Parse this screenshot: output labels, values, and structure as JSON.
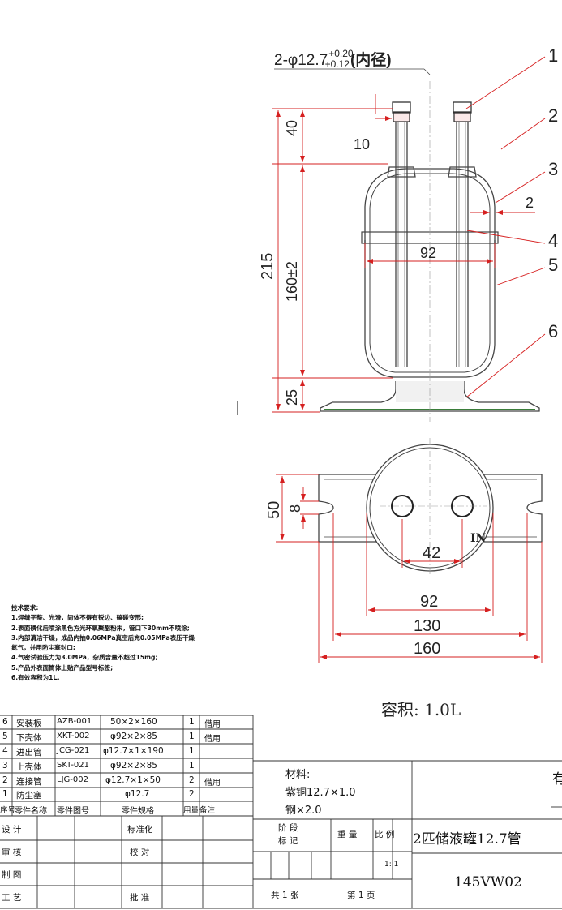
{
  "dims": {
    "tube_spec_prefix": "2-φ12.7",
    "tol_upper": "+0.20",
    "tol_lower": "+0.12",
    "tube_spec_suffix": "(内径)",
    "d40": "40",
    "d10": "10",
    "d215": "215",
    "d160": "160±2",
    "d25": "25",
    "d92_top": "92",
    "d2": "2",
    "d50": "50",
    "d8": "8",
    "d42": "42",
    "d92_bottom": "92",
    "d130": "130",
    "d160_bottom": "160",
    "in_label": "IN"
  },
  "balloons": [
    "1",
    "2",
    "3",
    "4",
    "5",
    "6"
  ],
  "notes": {
    "heading": "技术要求:",
    "items": [
      "1.焊缝平整、光滑，筒体不得有锐边、磕碰变形;",
      "2.表面磷化后喷涂黑色方光环氧聚酯粉末，管口下30mm不喷涂;",
      "3.内部清洁干燥，成品内抽0.06MPa真空后充0.05MPa表压干燥",
      "氮气，并用防尘塞封口;",
      "4.气密试验压力为3.0MPa，杂质含量不超过15mg;",
      "5.产品外表面筒体上贴产品型号标签;",
      "6.有效容积为1L。"
    ]
  },
  "volume": "容积: 1.0L",
  "parts": [
    {
      "no": "6",
      "name": "安装板",
      "code": "AZB-001",
      "spec": "50×2×160",
      "qty": "1",
      "note": "借用"
    },
    {
      "no": "5",
      "name": "下壳体",
      "code": "XKT-002",
      "spec": "φ92×2×85",
      "qty": "1",
      "note": "借用"
    },
    {
      "no": "4",
      "name": "进出管",
      "code": "JCG-021",
      "spec": "φ12.7×1×190",
      "qty": "1",
      "note": ""
    },
    {
      "no": "3",
      "name": "上壳体",
      "code": "SKT-021",
      "spec": "φ92×2×85",
      "qty": "1",
      "note": ""
    },
    {
      "no": "2",
      "name": "连接管",
      "code": "LJG-002",
      "spec": "φ12.7×1×50",
      "qty": "2",
      "note": "借用"
    },
    {
      "no": "1",
      "name": "防尘塞",
      "code": "",
      "spec": "φ12.7",
      "qty": "2",
      "note": ""
    }
  ],
  "parts_header": {
    "no": "序号",
    "name": "零件名称",
    "code": "零件图号",
    "spec": "零件规格",
    "qty": "用量",
    "note": "备注"
  },
  "title_block": {
    "design": "设 计",
    "review": "审 核",
    "drawing": "制 图",
    "process": "工 艺",
    "standard": "标准化",
    "check": "校 对",
    "approve": "批 准",
    "material_label": "材料:",
    "material_1": "紫铜12.7×1.0",
    "material_2": "钢×2.0",
    "stage_1": "阶  段",
    "stage_2": "标  记",
    "weight": "重  量",
    "scale": "比  例",
    "scale_value": "1: 1",
    "sheets": "共  1  张",
    "sheet_no": "第  1  页",
    "product_name": "2匹储液罐12.7管",
    "drawing_number": "145VW02",
    "company_partial": "有"
  }
}
